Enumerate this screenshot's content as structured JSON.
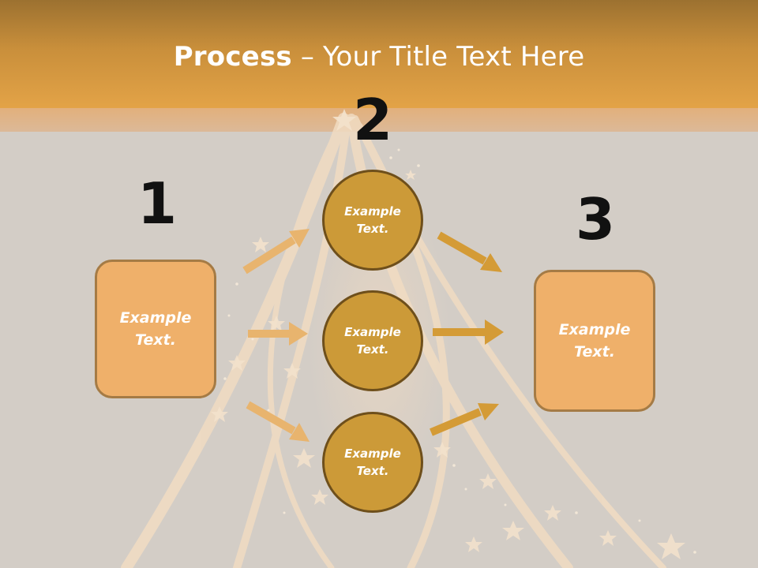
{
  "title": {
    "bold": "Process",
    "rest": " – Your Title Text Here"
  },
  "steps": [
    {
      "number": "1",
      "text": "Example Text."
    },
    {
      "number": "2",
      "circles": [
        {
          "text": "Example Text."
        },
        {
          "text": "Example Text."
        },
        {
          "text": "Example Text."
        }
      ]
    },
    {
      "number": "3",
      "text": "Example Text."
    }
  ],
  "colors": {
    "header_orange": "#e3a347",
    "box_fill": "#efb06a",
    "circle_fill": "#cc9a38",
    "arrow_light": "#e8b46e",
    "arrow_dark": "#d49b36"
  }
}
